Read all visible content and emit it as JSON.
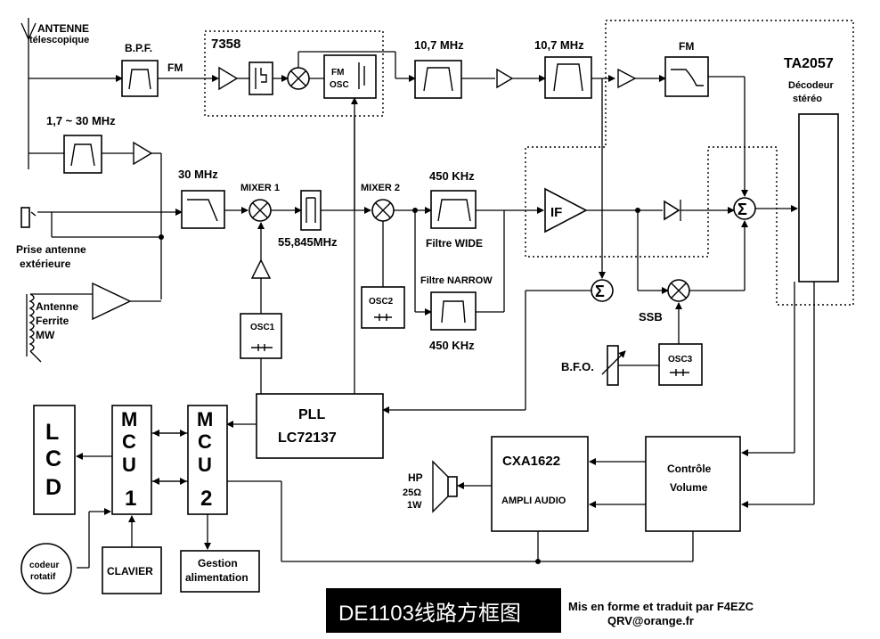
{
  "antenna": {
    "line1": "ANTENNE",
    "line2": "télescopique"
  },
  "bpf": "B.P.F.",
  "fm_label": "FM",
  "chip_7358": "7358",
  "fm_osc": {
    "line1": "FM",
    "line2": "OSC"
  },
  "if_10_7_a": "10,7 MHz",
  "if_10_7_b": "10,7 MHz",
  "fm_demod": "FM",
  "ta2057": {
    "name": "TA2057",
    "line1": "Décodeur",
    "line2": "stéréo"
  },
  "band_filter": "1,7 ~ 30 MHz",
  "lpf_30": "30 MHz",
  "mixer1": "MIXER 1",
  "mixer2": "MIXER 2",
  "freq_55": "55,845MHz",
  "filter_wide": {
    "freq": "450 KHz",
    "label": "Filtre WIDE"
  },
  "filter_narrow": {
    "label": "Filtre NARROW",
    "freq": "450 KHz"
  },
  "if_amp": "IF",
  "osc2": "OSC2",
  "osc1": "OSC1",
  "osc3": "OSC3",
  "ssb": "SSB",
  "bfo": "B.F.O.",
  "ext_antenna": {
    "line1": "Prise antenne",
    "line2": "extérieure"
  },
  "ferrite": {
    "line1": "Antenne",
    "line2": "Ferrite",
    "line3": "MW"
  },
  "pll": {
    "line1": "PLL",
    "line2": "LC72137"
  },
  "lcd": [
    "L",
    "C",
    "D"
  ],
  "mcu1": [
    "M",
    "C",
    "U",
    "1"
  ],
  "mcu2": [
    "M",
    "C",
    "U",
    "2"
  ],
  "cxa": {
    "name": "CXA1622",
    "label": "AMPLI AUDIO"
  },
  "speaker": {
    "line1": "HP",
    "line2": "25Ω",
    "line3": "1W"
  },
  "volume": {
    "line1": "Contrôle",
    "line2": "Volume"
  },
  "codeur": {
    "line1": "codeur",
    "line2": "rotatif"
  },
  "clavier": "CLAVIER",
  "alim": {
    "line1": "Gestion",
    "line2": "alimentation"
  },
  "footer": {
    "title": "DE1103线路方框图",
    "credit1": "Mis en forme et traduit par F4EZC",
    "credit2": "QRV@orange.fr"
  }
}
